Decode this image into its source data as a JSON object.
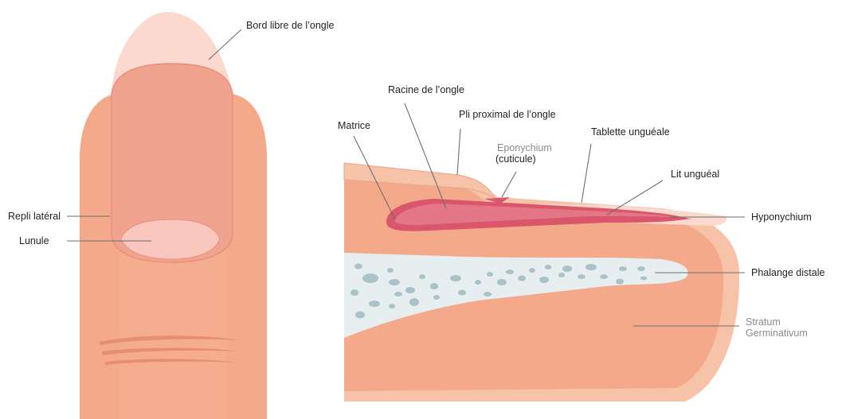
{
  "labels": {
    "bord_libre": "Bord libre de l’ongle",
    "repli_lateral": "Repli latéral",
    "lunule": "Lunule",
    "racine": "Racine de l’ongle",
    "pli_proximal": "Pli proximal de l’ongle",
    "matrice": "Matrice",
    "eponychium": "Eponychium",
    "cuticule": "(cuticule)",
    "tablette": "Tablette unguéale",
    "lit": "Lit unguéal",
    "hyponychium": "Hyponychium",
    "phalange": "Phalange distale",
    "stratum_1": "Stratum",
    "stratum_2": "Germinativum"
  },
  "colors": {
    "skin": "#f4a98a",
    "skin_light": "#f7bca0",
    "skin_edge": "#f6c3a9",
    "nail_plate": "#f0a38f",
    "nail_free_edge": "#fbd9cf",
    "lunula": "#f9c7bd",
    "matrix": "#d9566b",
    "bone": "#e6eef0",
    "bone_dot": "#a9c3c8",
    "leader": "#6d6e71",
    "text": "#231f20",
    "text_gray": "#8a8a8a"
  }
}
